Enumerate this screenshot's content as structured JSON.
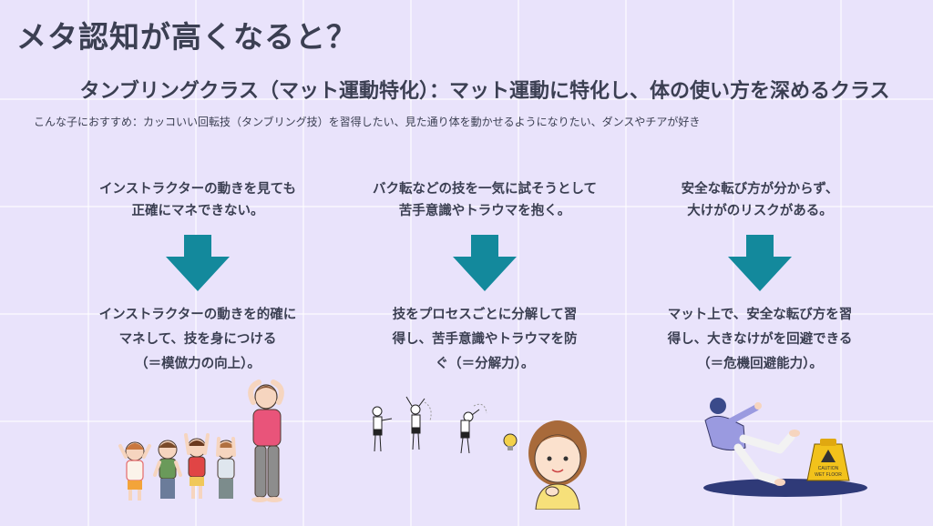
{
  "title": "メタ認知が高くなると？",
  "subtitle": "タンブリングクラス（マット運動特化）：マット運動に特化し、体の使い方を深めるクラス",
  "recommend": "こんな子におすすめ：カッコいい回転技（タンブリング技）を習得したい、見た通り体を動かせるようになりたい、ダンスやチアが好き",
  "columns": [
    {
      "problem": [
        "インストラクターの動きを見ても",
        "正確にマネできない。"
      ],
      "result": [
        "インストラクターの動きを的確に",
        "マネして、技を身につける",
        "（＝模倣力の向上）。"
      ]
    },
    {
      "problem": [
        "バク転などの技を一気に試そうとして",
        "苦手意識やトラウマを抱く。"
      ],
      "result": [
        "技をプロセスごとに分解して習",
        "得し、苦手意識やトラウマを防",
        "ぐ（＝分解力）。"
      ]
    },
    {
      "problem": [
        "安全な転び方が分からず、",
        "大けがのリスクがある。"
      ],
      "result": [
        "マット上で、安全な転び方を習",
        "得し、大きなけがを回避できる",
        "（＝危機回避能力）。"
      ]
    }
  ],
  "colors": {
    "background": "#e9e3fb",
    "text": "#3b3f52",
    "arrow": "#13899c",
    "sign": "#f2c21b"
  },
  "illustrations": {
    "col1": "children-copying-instructor",
    "col2": "tumbling-steps-and-thinking-girl",
    "col3": "slipping-person-and-wet-floor-sign"
  },
  "sign_text": [
    "CAUTION",
    "WET FLOOR"
  ]
}
